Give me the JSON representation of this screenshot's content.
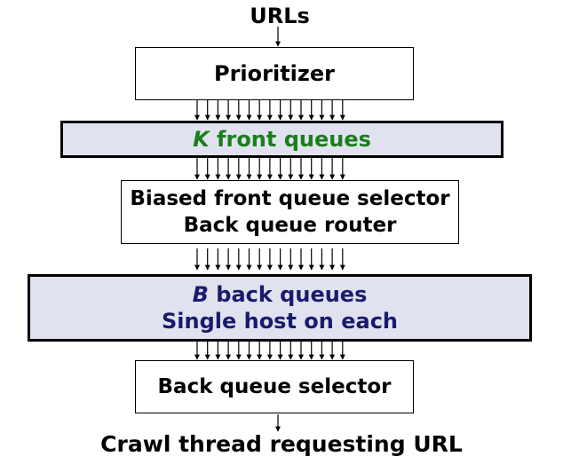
{
  "top_label": "URLs",
  "prioritizer": {
    "label": "Prioritizer"
  },
  "front_queues": {
    "var": "K",
    "label": " front queues",
    "color": "#1a7f1a"
  },
  "selector_router": {
    "line1": "Biased front queue selector",
    "line2": "Back queue router"
  },
  "back_queues": {
    "var": "B",
    "label": " back queues",
    "line2": "Single host on each",
    "color": "#1a1a6e"
  },
  "back_selector": {
    "label": "Back queue selector"
  },
  "bottom_label": "Crawl thread requesting URL",
  "colors": {
    "queue_fill": "#e0e3ef",
    "box_border": "#000000",
    "arrow": "#000000"
  }
}
